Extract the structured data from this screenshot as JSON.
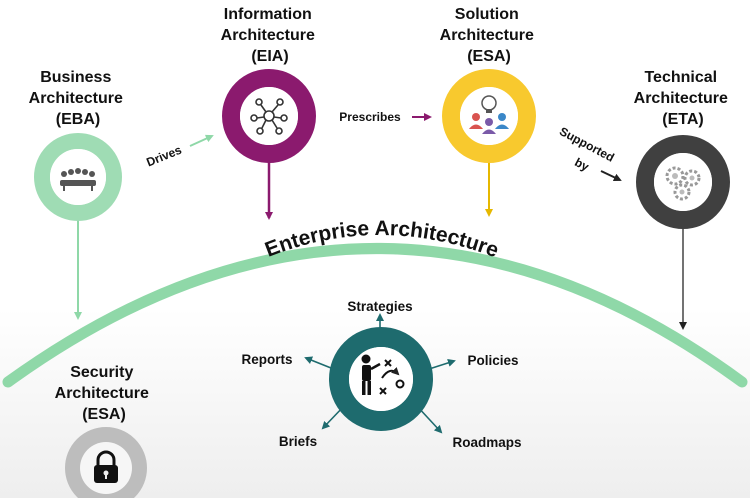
{
  "nodes": {
    "eba": {
      "line1": "Business",
      "line2": "Architecture",
      "line3": "(EBA)",
      "color": "#9fdcb4",
      "icon": "meeting-room-icon"
    },
    "eia": {
      "line1": "Information",
      "line2": "Architecture",
      "line3": "(EIA)",
      "color": "#8b1a6e",
      "icon": "network-nodes-icon"
    },
    "esa_solution": {
      "line1": "Solution",
      "line2": "Architecture",
      "line3": "(ESA)",
      "color": "#f8c92e",
      "icon": "people-lightbulb-icon"
    },
    "eta": {
      "line1": "Technical",
      "line2": "Architecture",
      "line3": "(ETA)",
      "color": "#404040",
      "icon": "gears-icon"
    },
    "esa_security": {
      "line1": "Security",
      "line2": "Architecture",
      "line3": "(ESA)",
      "color": "#bdbdbd",
      "icon": "padlock-icon"
    },
    "center": {
      "color": "#1e6b6e",
      "icon": "strategist-icon"
    }
  },
  "connectors": {
    "drives": "Drives",
    "prescribes": "Prescribes",
    "supported_line1": "Supported",
    "supported_line2": "by"
  },
  "arc_label": "Enterprise Architecture",
  "outputs": {
    "strategies": "Strategies",
    "reports": "Reports",
    "policies": "Policies",
    "briefs": "Briefs",
    "roadmaps": "Roadmaps"
  },
  "colors": {
    "arc": "#8fd8a8",
    "drives_arrow": "#8fd8a8",
    "prescribes_arrow": "#8b1a6e",
    "supported_arrow": "#222222",
    "output_arrow": "#1e6b6e"
  }
}
